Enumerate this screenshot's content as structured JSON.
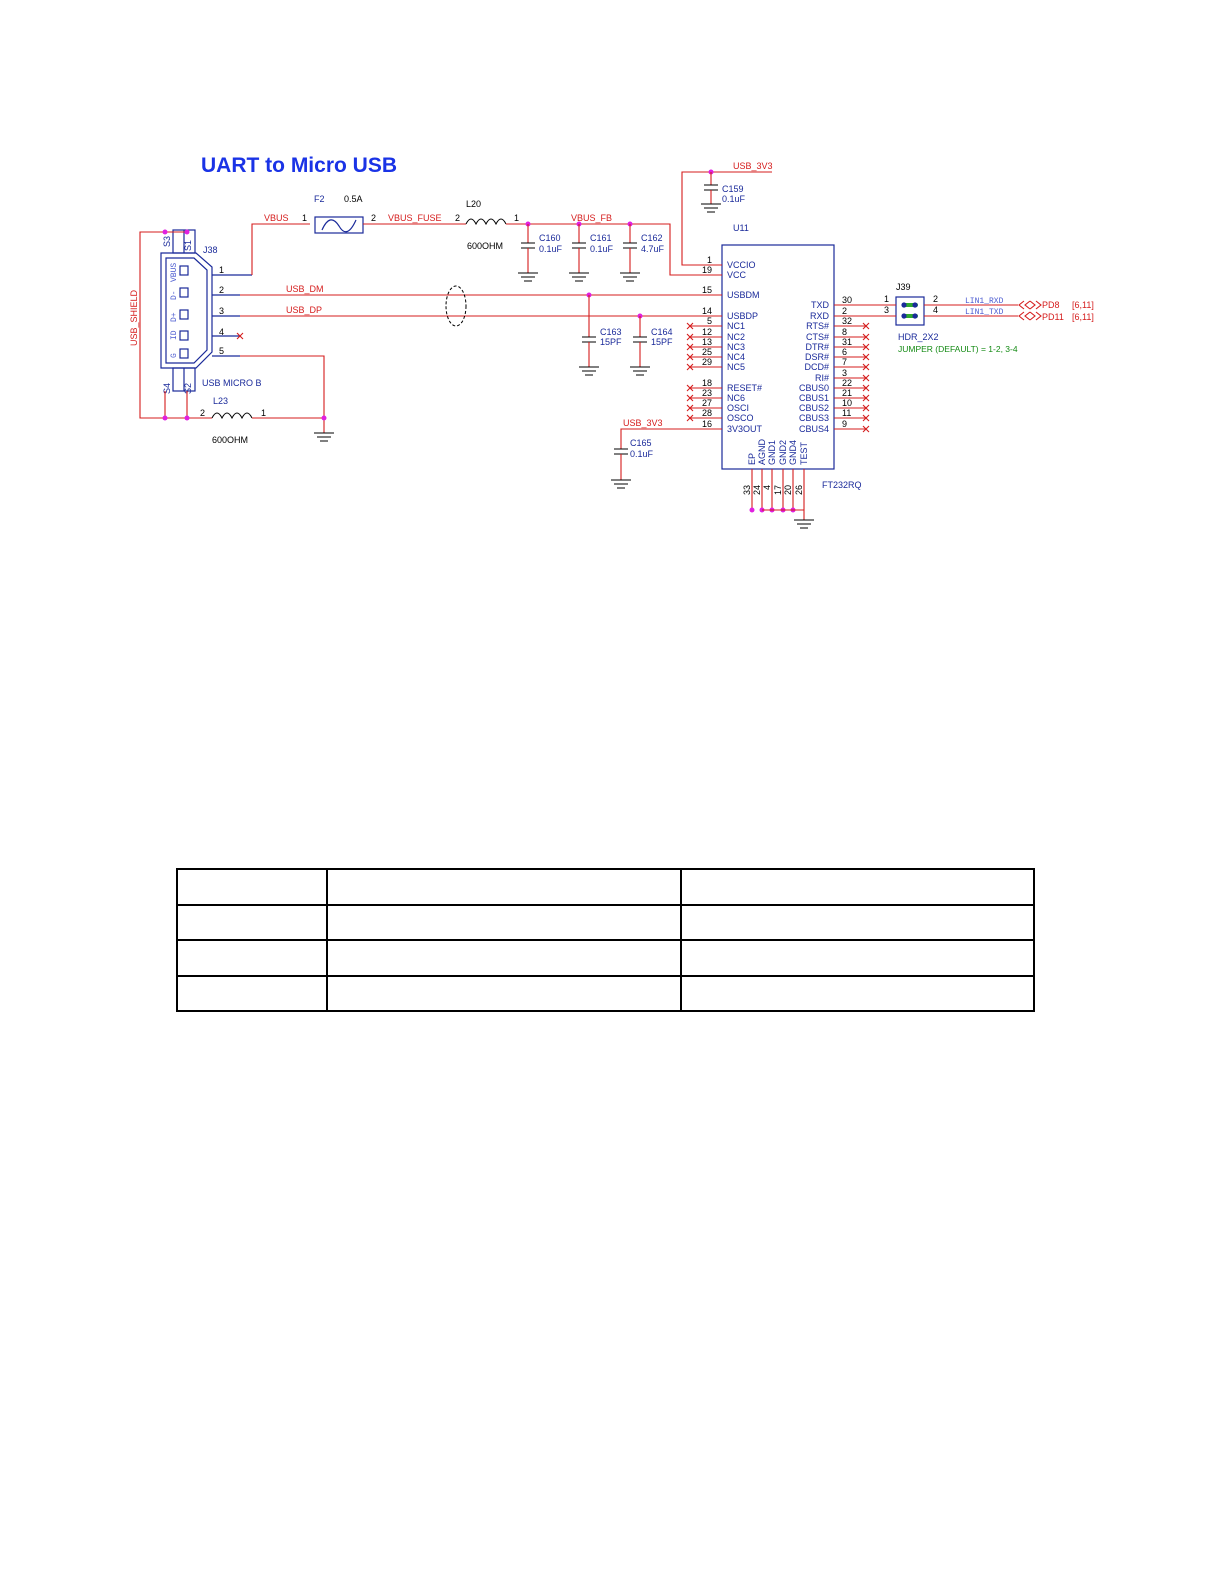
{
  "title": "UART to Micro USB",
  "connector_j38": {
    "ref": "J38",
    "name": "USB MICRO B",
    "shell_pins": [
      "S3",
      "S1",
      "S4",
      "S2"
    ],
    "pin_labels": [
      "VBUS",
      "D-",
      "D+",
      "ID",
      "G"
    ],
    "pin_numbers": [
      "1",
      "2",
      "3",
      "4",
      "5"
    ]
  },
  "shield_net": "USB_SHIELD",
  "fuse": {
    "ref": "F2",
    "value": "0.5A",
    "pin1": "1",
    "pin2": "2"
  },
  "nets": {
    "vbus": "VBUS",
    "vbus_fuse": "VBUS_FUSE",
    "vbus_fb": "VBUS_FB",
    "usb_dm": "USB_DM",
    "usb_dp": "USB_DP",
    "usb_3v3_top": "USB_3V3",
    "usb_3v3_low": "USB_3V3"
  },
  "inductors": [
    {
      "ref": "L20",
      "value": "600OHM",
      "pin_a": "2",
      "pin_b": "1"
    },
    {
      "ref": "L23",
      "value": "600OHM",
      "pin_a": "2",
      "pin_b": "1"
    }
  ],
  "capacitors": [
    {
      "ref": "C159",
      "value": "0.1uF"
    },
    {
      "ref": "C160",
      "value": "0.1uF"
    },
    {
      "ref": "C161",
      "value": "0.1uF"
    },
    {
      "ref": "C162",
      "value": "4.7uF"
    },
    {
      "ref": "C163",
      "value": "15PF"
    },
    {
      "ref": "C164",
      "value": "15PF"
    },
    {
      "ref": "C165",
      "value": "0.1uF"
    }
  ],
  "ic_u11": {
    "ref": "U11",
    "part": "FT232RQ",
    "left_pins": [
      {
        "num": "1",
        "name": "VCCIO"
      },
      {
        "num": "19",
        "name": "VCC"
      },
      {
        "num": "15",
        "name": "USBDM"
      },
      {
        "num": "14",
        "name": "USBDP"
      },
      {
        "num": "5",
        "name": "NC1"
      },
      {
        "num": "12",
        "name": "NC2"
      },
      {
        "num": "13",
        "name": "NC3"
      },
      {
        "num": "25",
        "name": "NC4"
      },
      {
        "num": "29",
        "name": "NC5"
      },
      {
        "num": "18",
        "name": "RESET#"
      },
      {
        "num": "23",
        "name": "NC6"
      },
      {
        "num": "27",
        "name": "OSCI"
      },
      {
        "num": "28",
        "name": "OSCO"
      },
      {
        "num": "16",
        "name": "3V3OUT"
      }
    ],
    "right_pins": [
      {
        "num": "30",
        "name": "TXD"
      },
      {
        "num": "2",
        "name": "RXD"
      },
      {
        "num": "32",
        "name": "RTS#"
      },
      {
        "num": "8",
        "name": "CTS#"
      },
      {
        "num": "31",
        "name": "DTR#"
      },
      {
        "num": "6",
        "name": "DSR#"
      },
      {
        "num": "7",
        "name": "DCD#"
      },
      {
        "num": "3",
        "name": "RI#"
      },
      {
        "num": "22",
        "name": "CBUS0"
      },
      {
        "num": "21",
        "name": "CBUS1"
      },
      {
        "num": "10",
        "name": "CBUS2"
      },
      {
        "num": "11",
        "name": "CBUS3"
      },
      {
        "num": "9",
        "name": "CBUS4"
      }
    ],
    "bottom_pins": [
      {
        "num": "33",
        "name": "EP"
      },
      {
        "num": "24",
        "name": "AGND"
      },
      {
        "num": "4",
        "name": "GND1"
      },
      {
        "num": "17",
        "name": "GND2"
      },
      {
        "num": "20",
        "name": "GND4"
      },
      {
        "num": "26",
        "name": "TEST"
      }
    ]
  },
  "header_j39": {
    "ref": "J39",
    "name": "HDR_2X2",
    "pins": [
      "1",
      "2",
      "3",
      "4"
    ],
    "note": "JUMPER (DEFAULT) = 1-2, 3-4"
  },
  "offpage": [
    {
      "net": "LIN1_RXD",
      "port": "PD8",
      "sheets": "[6,11]"
    },
    {
      "net": "LIN1_TXD",
      "port": "PD11",
      "sheets": "[6,11]"
    }
  ],
  "table": {
    "rows": [
      [
        "",
        "",
        ""
      ],
      [
        "",
        "",
        ""
      ],
      [
        "",
        "",
        ""
      ],
      [
        "",
        "",
        ""
      ]
    ]
  },
  "colors": {
    "title": "#1a33e6",
    "wire": "#d51c1c",
    "part": "#1a2a9a",
    "junction": "#e020e0",
    "note": "#138a13"
  }
}
